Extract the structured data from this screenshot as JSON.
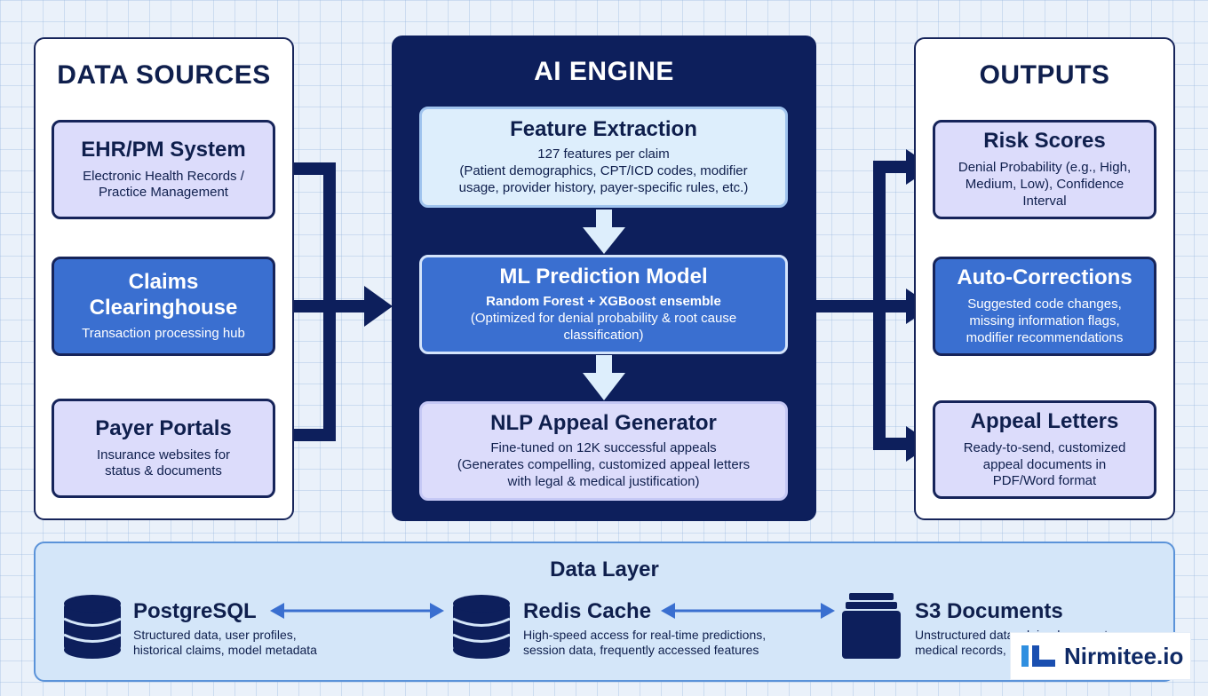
{
  "sources": {
    "title": "DATA SOURCES",
    "ehr": {
      "title": "EHR/PM System",
      "desc": "Electronic Health Records / Practice Management"
    },
    "claims": {
      "title_line1": "Claims",
      "title_line2": "Clearinghouse",
      "desc": "Transaction processing hub"
    },
    "payer": {
      "title": "Payer Portals",
      "desc": "Insurance websites for status & documents"
    }
  },
  "engine": {
    "title": "AI ENGINE",
    "feature": {
      "title": "Feature Extraction",
      "subtitle": "127 features per claim",
      "desc": "(Patient demographics, CPT/ICD codes, modifier usage, provider history, payer-specific rules, etc.)"
    },
    "ml": {
      "title": "ML Prediction Model",
      "subtitle": "Random Forest + XGBoost ensemble",
      "desc": "(Optimized for denial probability & root cause classification)"
    },
    "nlp": {
      "title": "NLP Appeal Generator",
      "subtitle": "Fine-tuned on 12K successful appeals",
      "desc": "(Generates compelling, customized appeal letters with legal & medical justification)"
    }
  },
  "outputs": {
    "title": "OUTPUTS",
    "risk": {
      "title": "Risk Scores",
      "desc": "Denial Probability (e.g., High, Medium, Low), Confidence Interval"
    },
    "auto": {
      "title": "Auto-Corrections",
      "desc": "Suggested code changes, missing information flags, modifier recommendations"
    },
    "appeal": {
      "title": "Appeal Letters",
      "desc": "Ready-to-send, customized appeal documents in PDF/Word format"
    }
  },
  "data_layer": {
    "title": "Data Layer",
    "postgres": {
      "name": "PostgreSQL",
      "line1": "Structured data, user profiles,",
      "line2": "historical claims, model metadata"
    },
    "redis": {
      "name": "Redis Cache",
      "line1": "High-speed access for real-time predictions,",
      "line2": "session data, frequently accessed features"
    },
    "s3": {
      "name": "S3 Documents",
      "line1": "Unstructured data, claim documents,",
      "line2": "medical records, ..."
    }
  },
  "logo": {
    "text": "Nirmitee.io"
  },
  "colors": {
    "navy": "#0d1f5c",
    "blue": "#3a6fd0",
    "lavender": "#dcdcfb",
    "ice": "#ddeefc",
    "connector": "#4a7fd6"
  }
}
